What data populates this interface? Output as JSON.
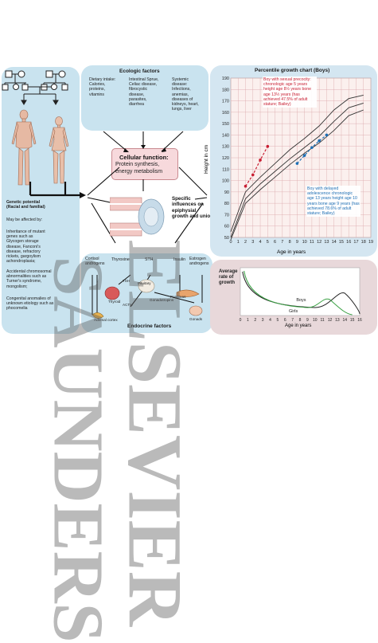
{
  "genetic": {
    "heading_line1": "Genetic potential",
    "heading_line2": "(Racial and familial)",
    "affected": "May be affected by:",
    "item1": "Inheritance of mutant genes such as Glycogen storage disease, Fanconi's disease, refractory rickets, gargoylism achondroplasia;",
    "item2": "Accidental chromosomal abnormalities such as Turner's syndrome, mongolism;",
    "item3": "Congenital anomalies of unknown etiology such as phocomelia"
  },
  "ecologic": {
    "title": "Ecologic factors",
    "col1": "Dietary intake: Calories, proteins, vitamins",
    "col2": "Intestinal Sprue, Celiac disease, fibrocystic disease, parasites, diarrhea",
    "col3": "Systemic disease: Infections, anemias, diseases of kidneys, heart, lungs, liver"
  },
  "cellular": {
    "title": "Cellular function:",
    "text": "Protein synthesis, energy metabolism"
  },
  "epiphysis": {
    "text": "Specific influences on epiphysial growth and union"
  },
  "endocrine": {
    "title": "Endocrine factors",
    "cortisol": "Cortisol androgens",
    "thyroxine": "Thyroxine",
    "sth": "STH",
    "insulin": "Insulin",
    "estrogen": "Estrogen androgens",
    "thyroid": "Thyroid",
    "pituitary": "Pituitary",
    "tsh": "TSH",
    "acth": "ACTH",
    "gonadotropins": "Gonadotropins",
    "pancreas": "Pancreas",
    "adrenal": "Adrenal cortex",
    "gonads": "Gonads"
  },
  "percentile": {
    "title": "Percentile growth chart (Boys)",
    "y_label": "Height in cm",
    "x_label": "Age in years",
    "precocity_text": "Boy with sexual precocity: chronologic age 5 years height age 8½ years bone age 13½ years (has achieved 47.5% of adult stature; Bailey)",
    "delayed_text": "Boy with delayed adolescence chronologic age 13 years height age 10 years bone age 9 years (has achieved 78.6% of adult stature; Bailey)"
  },
  "rate_chart": {
    "title": "Average rate of growth",
    "x_label": "Age in years",
    "boys_label": "Boys",
    "girls_label": "Girls"
  },
  "watermark": {
    "line1": "SAUNDERS",
    "line2": "ELSEVIER"
  },
  "chart_data": {
    "type": "line",
    "title": "Percentile growth chart (Boys)",
    "xlabel": "Age in years",
    "ylabel": "Height in cm",
    "xlim": [
      0,
      19
    ],
    "ylim": [
      50,
      190
    ],
    "x_ticks": [
      0,
      1,
      2,
      3,
      4,
      5,
      6,
      7,
      8,
      9,
      10,
      11,
      12,
      13,
      14,
      15,
      16,
      17,
      18,
      19
    ],
    "y_ticks": [
      50,
      60,
      70,
      80,
      90,
      100,
      110,
      120,
      130,
      140,
      150,
      160,
      170,
      180,
      190
    ],
    "series": [
      {
        "x": [
          0,
          2,
          4,
          6,
          8,
          10,
          12,
          14,
          16,
          18
        ],
        "y": [
          55,
          90,
          103,
          115,
          127,
          137,
          148,
          162,
          172,
          175
        ]
      },
      {
        "x": [
          0,
          2,
          4,
          6,
          8,
          10,
          12,
          14,
          16,
          18
        ],
        "y": [
          50,
          84,
          97,
          108,
          119,
          129,
          139,
          152,
          164,
          168
        ]
      },
      {
        "x": [
          0,
          2,
          4,
          6,
          8,
          10,
          12,
          14,
          16,
          18
        ],
        "y": [
          48,
          80,
          92,
          103,
          114,
          124,
          133,
          144,
          157,
          162
        ]
      }
    ],
    "annotations": [
      {
        "text": "Boy with sexual precocity",
        "x": [
          2,
          3,
          4,
          5
        ],
        "y": [
          95,
          105,
          118,
          130
        ]
      },
      {
        "text": "Boy with delayed adolescence",
        "x": [
          9,
          10,
          11,
          12,
          13
        ],
        "y": [
          115,
          122,
          129,
          135,
          140
        ]
      }
    ],
    "growth_rate_chart": {
      "title": "Average rate of growth",
      "xlabel": "Age in years",
      "x_ticks": [
        0,
        1,
        2,
        3,
        4,
        5,
        6,
        7,
        8,
        9,
        10,
        11,
        12,
        13,
        14,
        15,
        16
      ],
      "series": [
        {
          "name": "Boys"
        },
        {
          "name": "Girls"
        }
      ]
    }
  }
}
